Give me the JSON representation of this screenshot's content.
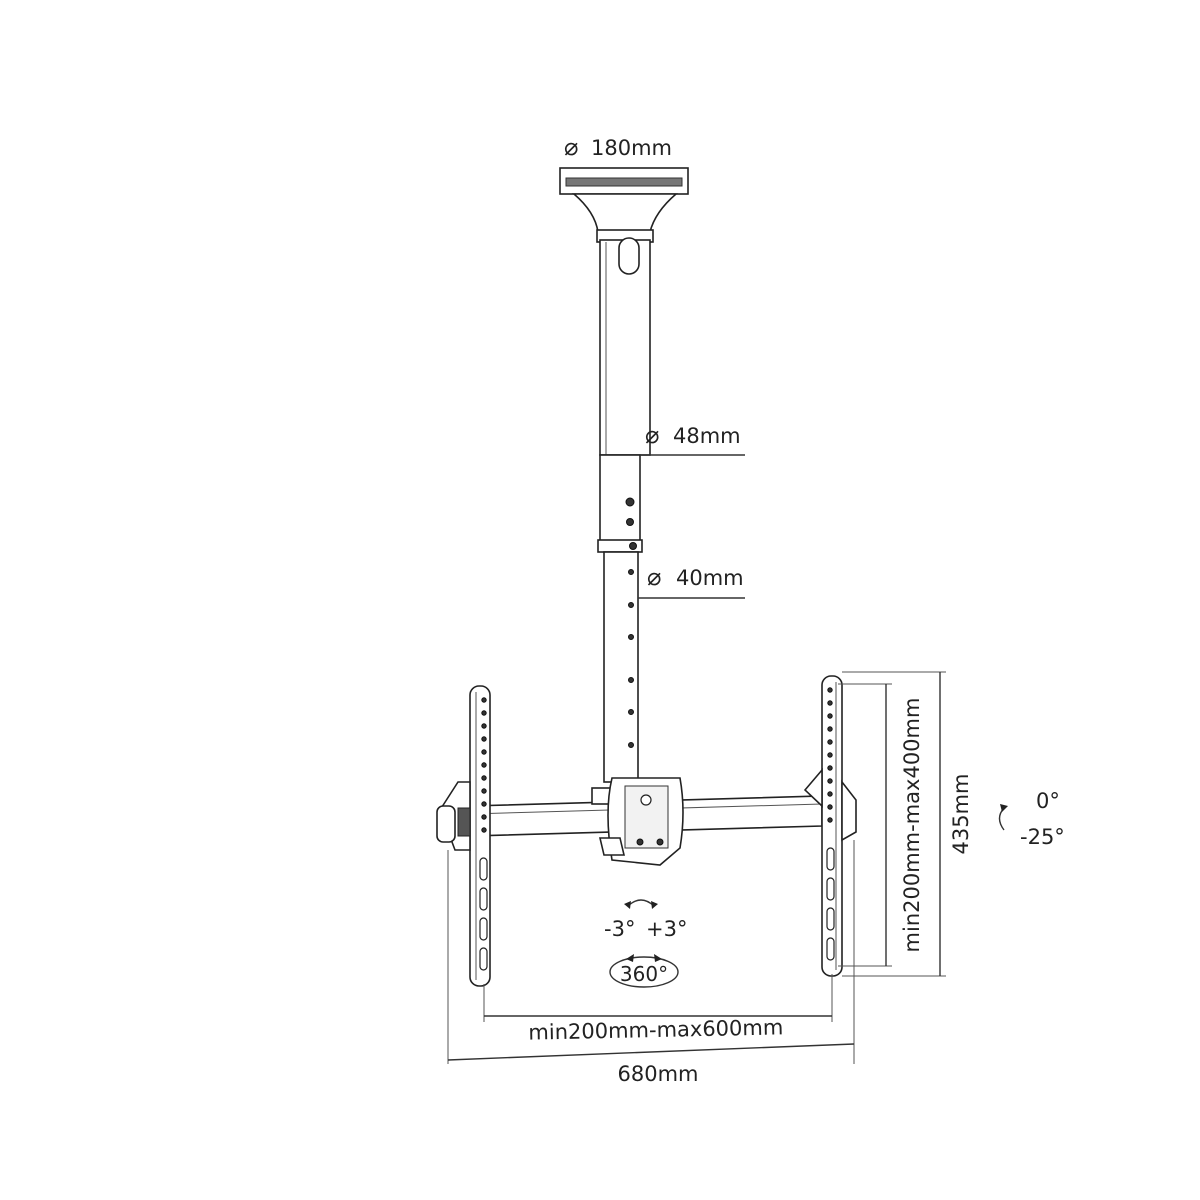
{
  "dimensions": {
    "ceiling_plate_diameter": "180mm",
    "upper_pole_diameter": "48mm",
    "lower_pole_diameter": "40mm",
    "vertical_hole_spacing": "min200mm-max400mm",
    "bracket_height": "435mm",
    "horizontal_hole_spacing": "min200mm-max600mm",
    "overall_width": "680mm"
  },
  "adjustments": {
    "tilt_max": "0°",
    "tilt_min": "-25°",
    "swivel_left": "-3°",
    "swivel_right": "+3°",
    "rotation": "360°"
  },
  "symbols": {
    "diameter": "⌀"
  },
  "icons": [
    "tilt-arrow-icon",
    "swivel-arrow-icon",
    "rotation-arrow-icon"
  ]
}
